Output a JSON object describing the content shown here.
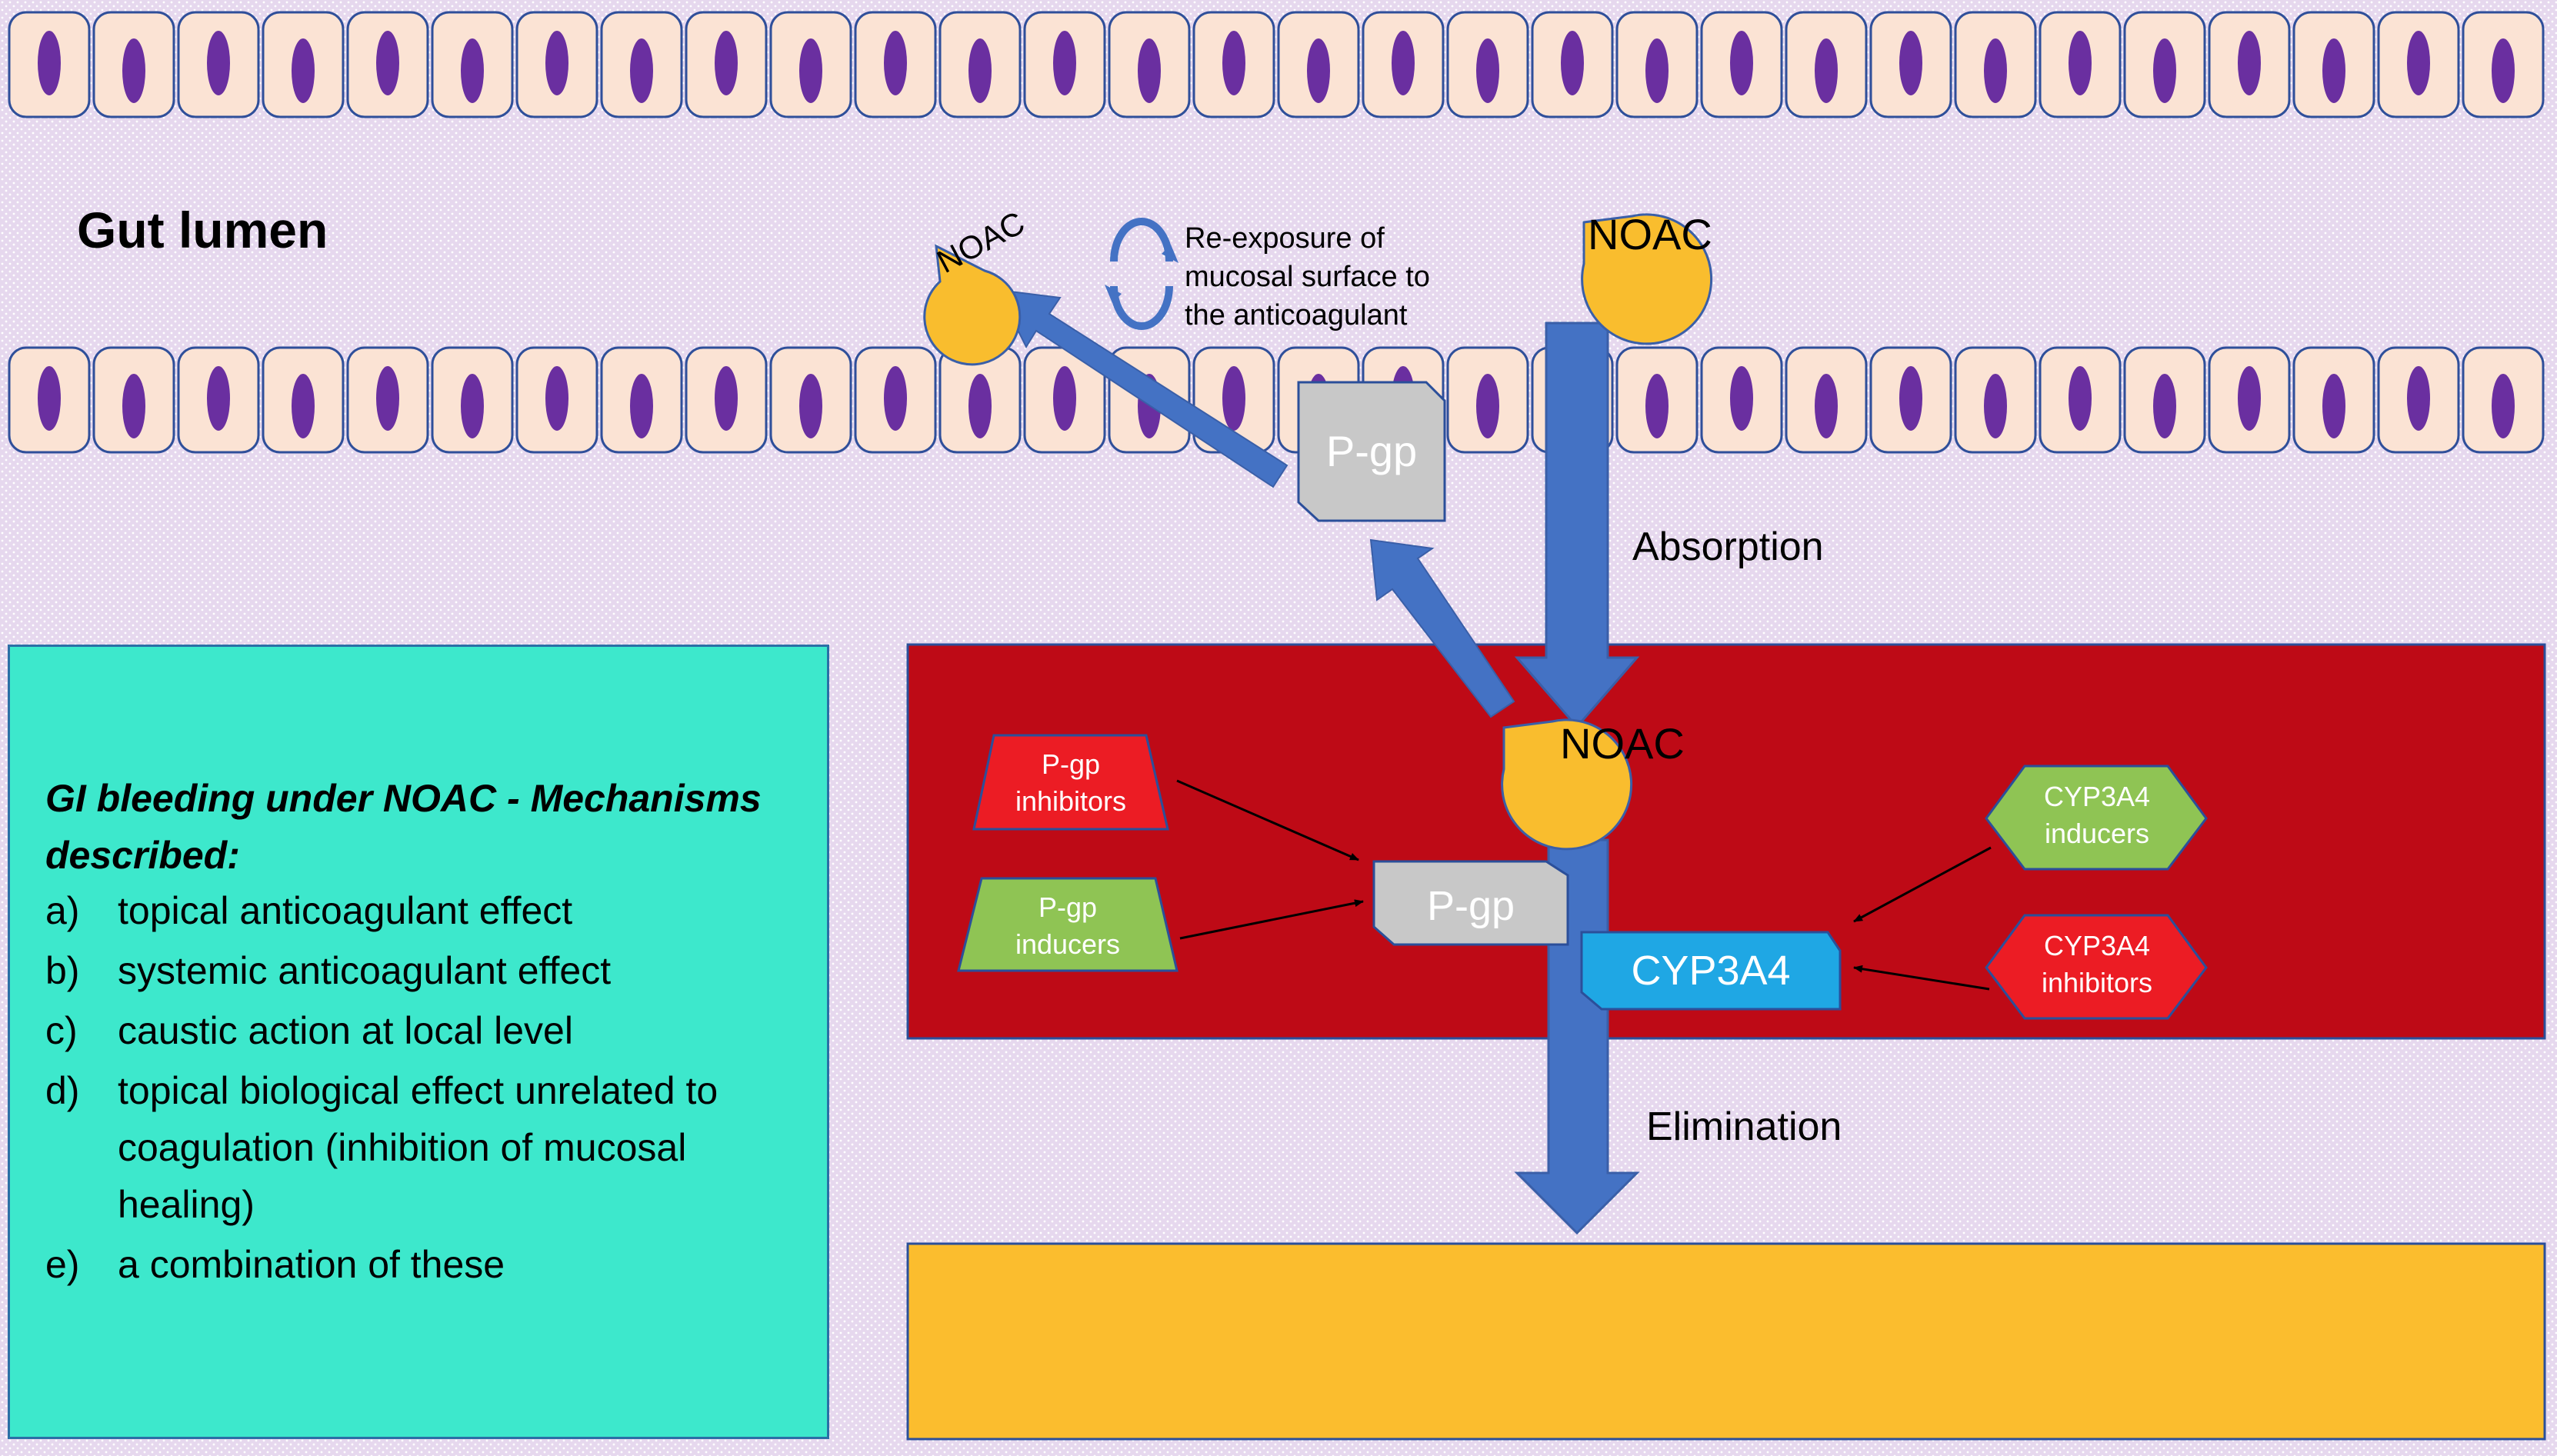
{
  "diagram": {
    "region_label": "Gut lumen",
    "drug_label": "NOAC",
    "reexposure_note": [
      "Re-exposure of",
      "mucosal surface to",
      "the anticoagulant"
    ],
    "transporter_label": "P-gp",
    "enzyme_label": "CYP3A4",
    "absorption_label": "Absorption",
    "elimination_label": "Elimination",
    "pgp_inhibitors": [
      "P-gp",
      "inhibitors"
    ],
    "pgp_inducers": [
      "P-gp",
      "inducers"
    ],
    "cyp_inducers": [
      "CYP3A4",
      "inducers"
    ],
    "cyp_inhibitors": [
      "CYP3A4",
      "inhibitors"
    ]
  },
  "legend": {
    "title": "GI bleeding under NOAC - Mechanisms described:",
    "items": [
      {
        "letter": "a)",
        "text": "topical anticoagulant effect"
      },
      {
        "letter": "b)",
        "text": "systemic anticoagulant effect"
      },
      {
        "letter": "c)",
        "text": "caustic action at local level"
      },
      {
        "letter": "d)",
        "text": "topical biological effect unrelated to coagulation (inhibition of mucosal healing)"
      },
      {
        "letter": "e)",
        "text": "a combination of these"
      }
    ]
  },
  "colors": {
    "background": "#e6d8ee",
    "cell_fill": "#fbe3d4",
    "cell_outline": "#2f4f9a",
    "nucleus": "#6a2fa0",
    "blood_compartment": "#be0a16",
    "liver_compartment": "#fbbd2e",
    "arrow": "#4472c4",
    "noac_fill": "#f9bd2e",
    "pgp_fill": "#c8c8c8",
    "cyp3a4_fill": "#1fa7e4",
    "inhibitor_fill": "#ec1c24",
    "inducer_fill": "#8fc454",
    "legend_fill": "#3de8cc"
  }
}
